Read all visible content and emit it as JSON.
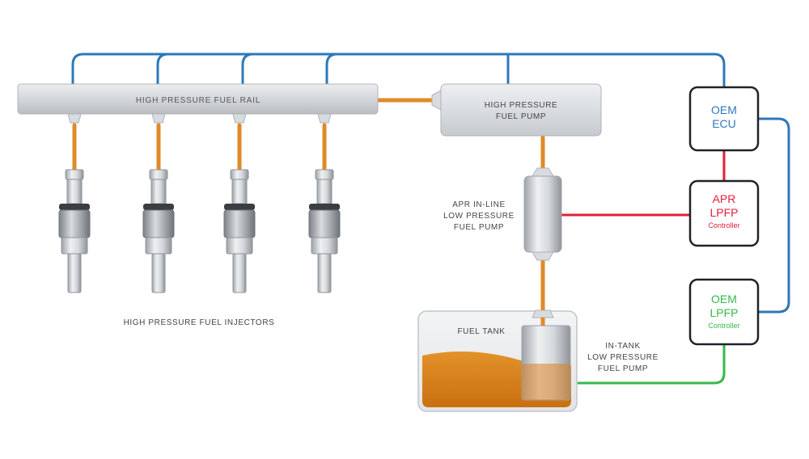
{
  "labels": {
    "fuel_rail": "HIGH PRESSURE FUEL RAIL",
    "hp_pump_line1": "HIGH PRESSURE",
    "hp_pump_line2": "FUEL PUMP",
    "inline_pump_line1": "APR IN-LINE",
    "inline_pump_line2": "LOW PRESSURE",
    "inline_pump_line3": "FUEL PUMP",
    "injectors": "HIGH PRESSURE FUEL INJECTORS",
    "fuel_tank": "FUEL TANK",
    "intank_pump_line1": "IN-TANK",
    "intank_pump_line2": "LOW PRESSURE",
    "intank_pump_line3": "FUEL PUMP"
  },
  "controllers": {
    "oem_ecu": {
      "line1": "OEM",
      "line2": "ECU"
    },
    "apr_lpfp": {
      "line1": "APR",
      "line2": "LPFP",
      "line3": "Controller"
    },
    "oem_lpfp": {
      "line1": "OEM",
      "line2": "LPFP",
      "line3": "Controller"
    }
  },
  "colors": {
    "blue_wire": "#2e78b8",
    "red_wire": "#e0203a",
    "green_wire": "#36b84a",
    "fuel_line": "#e08a28",
    "fuel": "#e08a20",
    "metal": "#cfd2d6",
    "ecu_text": "#2e78b8",
    "apr_text": "#e0203a",
    "oem_lpfp_text": "#36b84a"
  }
}
